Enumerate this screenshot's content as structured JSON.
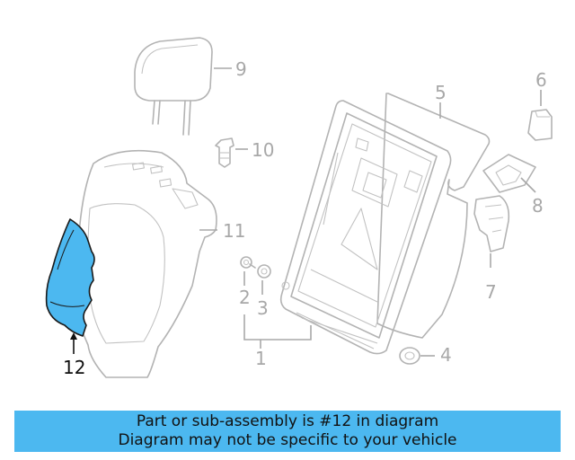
{
  "diagram": {
    "callouts": {
      "c1": "1",
      "c2": "2",
      "c3": "3",
      "c4": "4",
      "c5": "5",
      "c6": "6",
      "c7": "7",
      "c8": "8",
      "c9": "9",
      "c10": "10",
      "c11": "11",
      "c12": "12"
    },
    "highlighted_part": "12",
    "highlight_color": "#4cb8f0",
    "line_color": "#b3b3b3"
  },
  "banner": {
    "line1": "Part or sub-assembly is #12 in diagram",
    "line2": "Diagram may not be specific to your vehicle",
    "background": "#4cb8f0"
  }
}
